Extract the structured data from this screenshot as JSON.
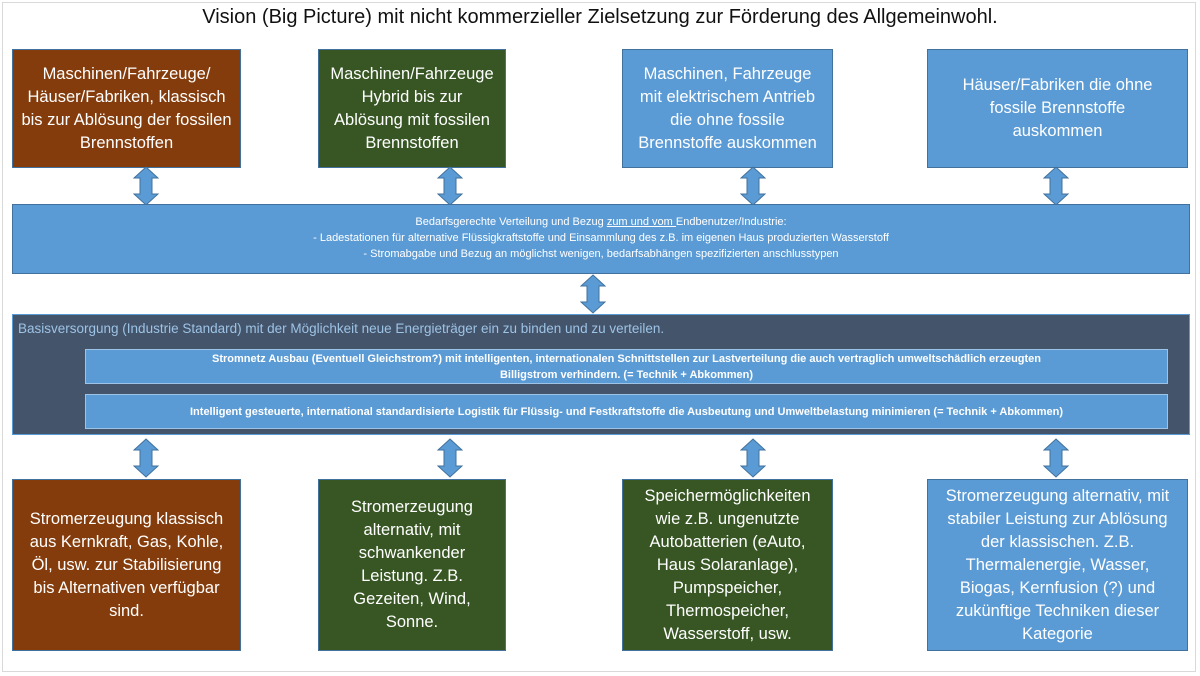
{
  "title": "Vision (Big Picture) mit nicht kommerzieller Zielsetzung zur Förderung des Allgemeinwohl.",
  "colors": {
    "brown": "#843c0c",
    "green": "#375623",
    "blue": "#5b9bd5",
    "dark_slate": "#44546a",
    "arrow": "#5b9bd5"
  },
  "top_boxes": [
    {
      "color": "brown",
      "text": "Maschinen/Fahrzeuge/ Häuser/Fabriken, klassisch bis zur Ablösung der fossilen Brennstoffen"
    },
    {
      "color": "green",
      "text": "Maschinen/Fahrzeuge Hybrid bis zur Ablösung mit fossilen Brennstoffen"
    },
    {
      "color": "blue",
      "text": "Maschinen, Fahrzeuge mit elektrischem Antrieb die ohne fossile Brennstoffe auskommen"
    },
    {
      "color": "blue",
      "text": "Häuser/Fabriken die ohne fossile Brennstoffe auskommen"
    }
  ],
  "distribution": {
    "heading_pre": "Bedarfsgerechte Verteilung und Bezug ",
    "heading_underlined": "zum und vom ",
    "heading_post": "Endbenutzer/Industrie:",
    "line1": "- Ladestationen für alternative Flüssigkraftstoffe und Einsammlung des z.B. im eigenen Haus produzierten Wasserstoff",
    "line2": "- Stromabgabe und Bezug an möglichst wenigen, bedarfsabhängen spezifizierten anschlusstypen"
  },
  "base_supply": {
    "title": "Basisversorgung (Industrie Standard) mit der Möglichkeit neue Energieträger ein zu binden und zu verteilen.",
    "grid_line1": "Stromnetz Ausbau (Eventuell Gleichstrom?) mit intelligenten, internationalen Schnittstellen zur Lastverteilung die auch vertraglich umweltschädlich erzeugten",
    "grid_line2": "Billigstrom verhindern. (= Technik + Abkommen)",
    "logistics": "Intelligent gesteuerte, international standardisierte Logistik für Flüssig- und Festkraftstoffe die Ausbeutung und Umweltbelastung minimieren (= Technik + Abkommen)"
  },
  "bottom_boxes": [
    {
      "color": "brown",
      "text": "Stromerzeugung klassisch aus Kernkraft, Gas, Kohle, Öl, usw. zur Stabilisierung bis Alternativen verfügbar sind."
    },
    {
      "color": "green",
      "text": "Stromerzeugung alternativ, mit schwankender Leistung. Z.B. Gezeiten, Wind, Sonne."
    },
    {
      "color": "green",
      "text": "Speichermöglichkeiten wie z.B. ungenutzte Autobatterien (eAuto, Haus Solaranlage), Pumpspeicher, Thermospeicher, Wasserstoff, usw."
    },
    {
      "color": "blue",
      "text": "Stromerzeugung alternativ, mit stabiler Leistung zur Ablösung der klassischen. Z.B. Thermalenergie, Wasser, Biogas, Kernfusion (?) und zukünftige Techniken dieser Kategorie"
    }
  ],
  "arrows": {
    "icon": "double-vertical-arrow-icon",
    "count_top": 4,
    "count_middle": 1,
    "count_bottom": 4
  }
}
